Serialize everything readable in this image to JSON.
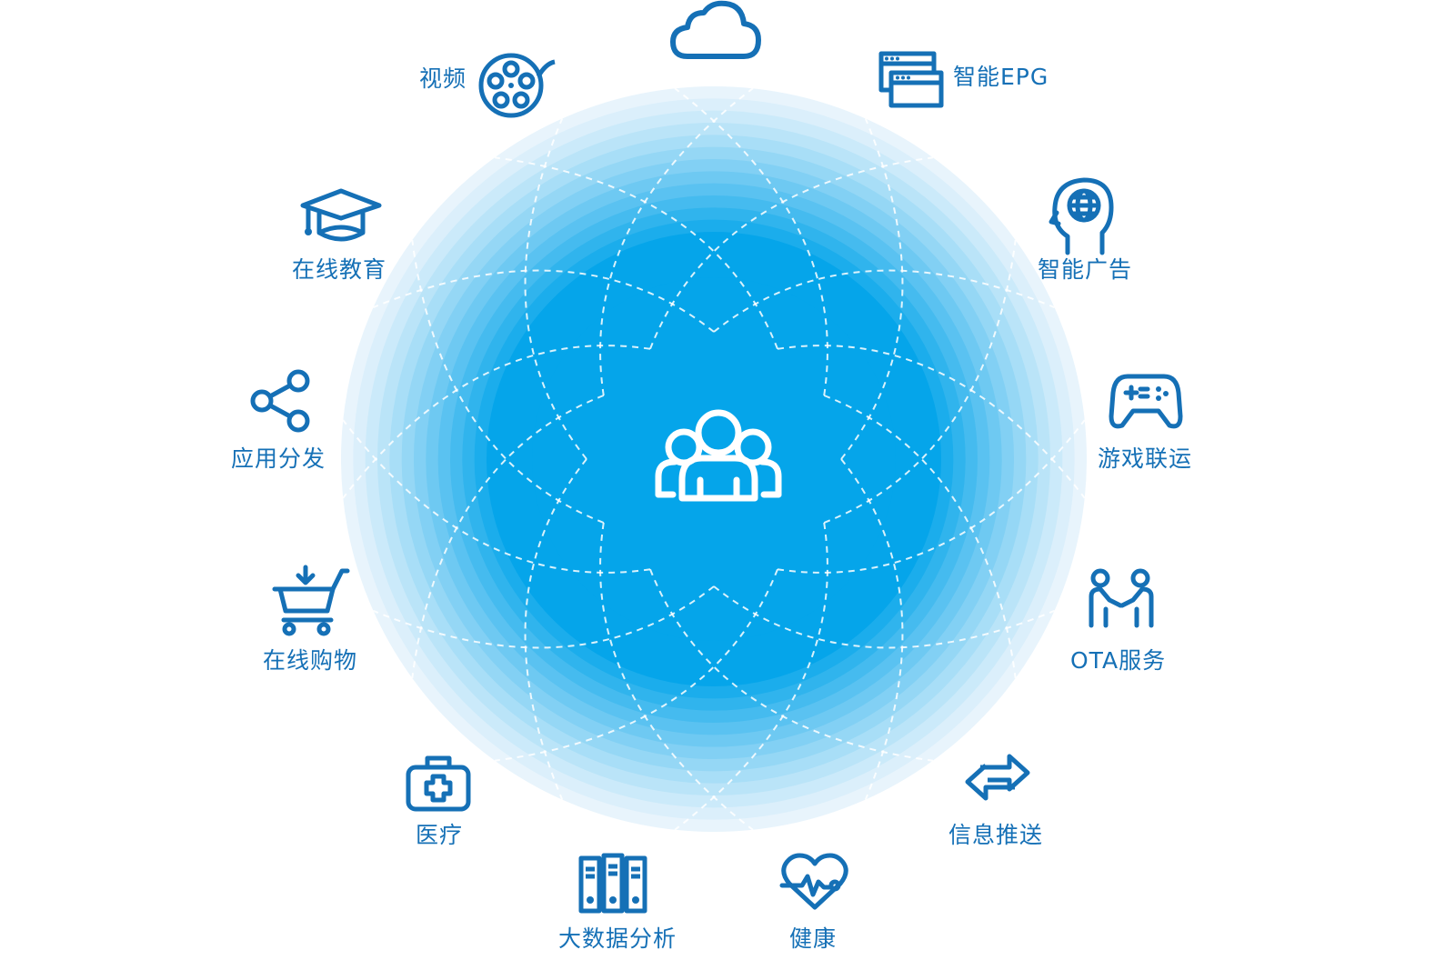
{
  "diagram": {
    "center": {
      "icon": "user-group-icon"
    },
    "colors": {
      "core": "#05a5ea",
      "outer": "#e8f4fc",
      "icon": "#1570b6",
      "dash": "#ffffff"
    },
    "nodes": [
      {
        "id": "cloud",
        "label": "",
        "icon": "cloud-icon"
      },
      {
        "id": "epg",
        "label": "智能EPG",
        "icon": "windows-icon"
      },
      {
        "id": "ads",
        "label": "智能广告",
        "icon": "head-globe-icon"
      },
      {
        "id": "games",
        "label": "游戏联运",
        "icon": "gamepad-icon"
      },
      {
        "id": "ota",
        "label": "OTA服务",
        "icon": "handshake-icon"
      },
      {
        "id": "push",
        "label": "信息推送",
        "icon": "swap-arrows-icon"
      },
      {
        "id": "health",
        "label": "健康",
        "icon": "heartbeat-icon"
      },
      {
        "id": "bigdata",
        "label": "大数据分析",
        "icon": "server-rack-icon"
      },
      {
        "id": "medical",
        "label": "医疗",
        "icon": "medical-kit-icon"
      },
      {
        "id": "shopping",
        "label": "在线购物",
        "icon": "shopping-cart-icon"
      },
      {
        "id": "apps",
        "label": "应用分发",
        "icon": "share-icon"
      },
      {
        "id": "education",
        "label": "在线教育",
        "icon": "graduation-cap-icon"
      },
      {
        "id": "video",
        "label": "视频",
        "icon": "film-reel-icon"
      }
    ]
  }
}
